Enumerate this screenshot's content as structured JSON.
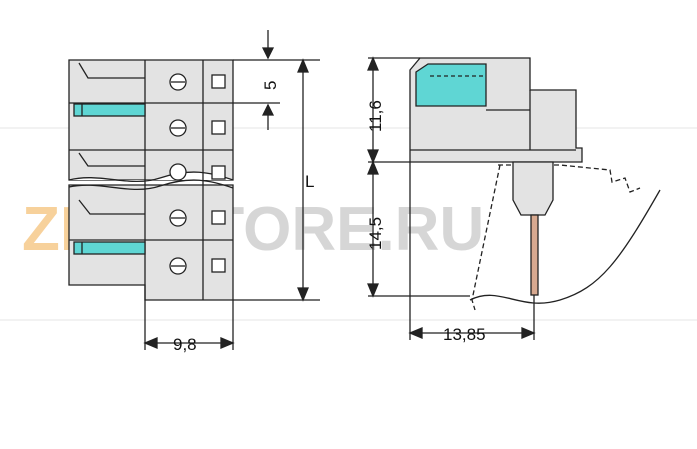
{
  "colors": {
    "housing": "#e3e3e3",
    "outline": "#222222",
    "accent": "#5fd6d4",
    "pin": "#d8a990",
    "watermark_orange": "#f5c27a",
    "watermark_gray": "#c9c9c9"
  },
  "dimensions": {
    "pitch": "5",
    "length": "L",
    "width_front": "9,8",
    "height_top": "11,6",
    "height_pin": "14,5",
    "depth": "13,85"
  },
  "watermark": {
    "prefix": "ZIP",
    "suffix": "STORE.RU"
  }
}
